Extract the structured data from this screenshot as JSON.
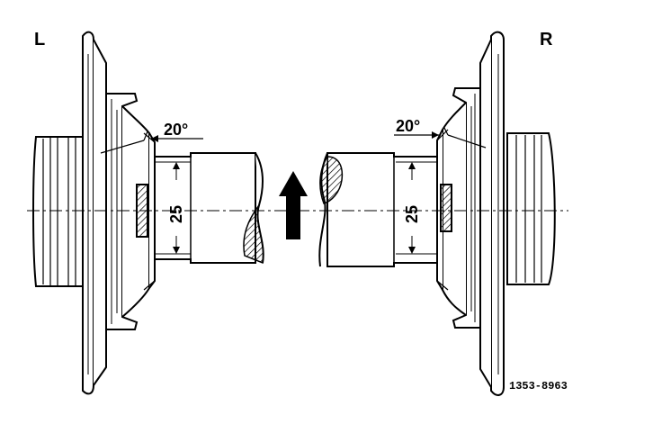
{
  "labels": {
    "left": "L",
    "right": "R",
    "angle_left": "20°",
    "angle_right": "20°",
    "dim_left": "25",
    "dim_right": "25",
    "figure_code": "1353-8963"
  },
  "colors": {
    "ink": "#000000",
    "paper": "#ffffff"
  },
  "icons": {
    "direction_arrow": "up-arrow-icon"
  }
}
